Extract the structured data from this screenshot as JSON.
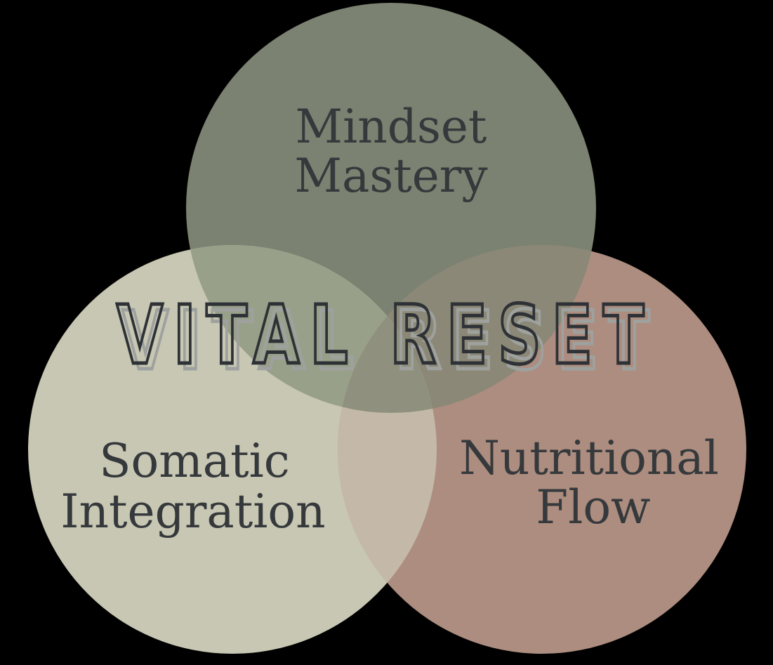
{
  "title": "VITAL RESET",
  "background_color": "#000000",
  "circles": {
    "mindset": {
      "label_line1": "Mindset",
      "label_line2": "Mastery",
      "color": "#7c8271"
    },
    "somatic": {
      "label_line1": "Somatic",
      "label_line2": "Integration",
      "color": "#c7c7b3"
    },
    "nutritional": {
      "label_line1": "Nutritional",
      "label_line2": "Flow",
      "color": "#ac8d7f"
    }
  },
  "overlap_colors": {
    "mindset_somatic": "#99a08a",
    "mindset_nutritional": "#8b8877",
    "somatic_nutritional": "#c4b9a8",
    "center_triple": "#8f917e"
  },
  "text_colors": {
    "label": "#36393c",
    "title_outline": "#2e3236",
    "title_shadow": "#9ea19e"
  }
}
